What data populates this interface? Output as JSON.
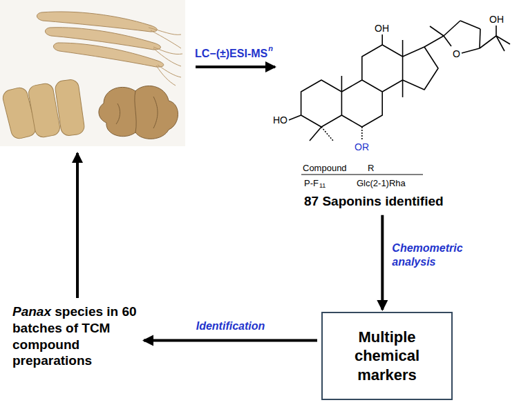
{
  "diagram": {
    "nodes": [
      {
        "text": [
          "87 Saponins identified"
        ]
      },
      {
        "text": [
          "Multiple chemical markers"
        ]
      },
      {
        "text": [
          "Panax",
          "species in 60 batches of TCM compound preparations"
        ]
      }
    ],
    "edges": [
      {
        "from": 0,
        "to": 1,
        "arrow": "to",
        "label": "Chemometric analysis"
      },
      {
        "from": 1,
        "to": 2,
        "arrow": "to",
        "label": "Identification"
      }
    ],
    "labels": [
      "OH",
      "OH",
      "O",
      "HO",
      "OR",
      "Compound",
      "R",
      "P-F",
      "11",
      "Glc(2-1)Rha",
      "LC−(±)ESI-MS",
      "n"
    ]
  }
}
